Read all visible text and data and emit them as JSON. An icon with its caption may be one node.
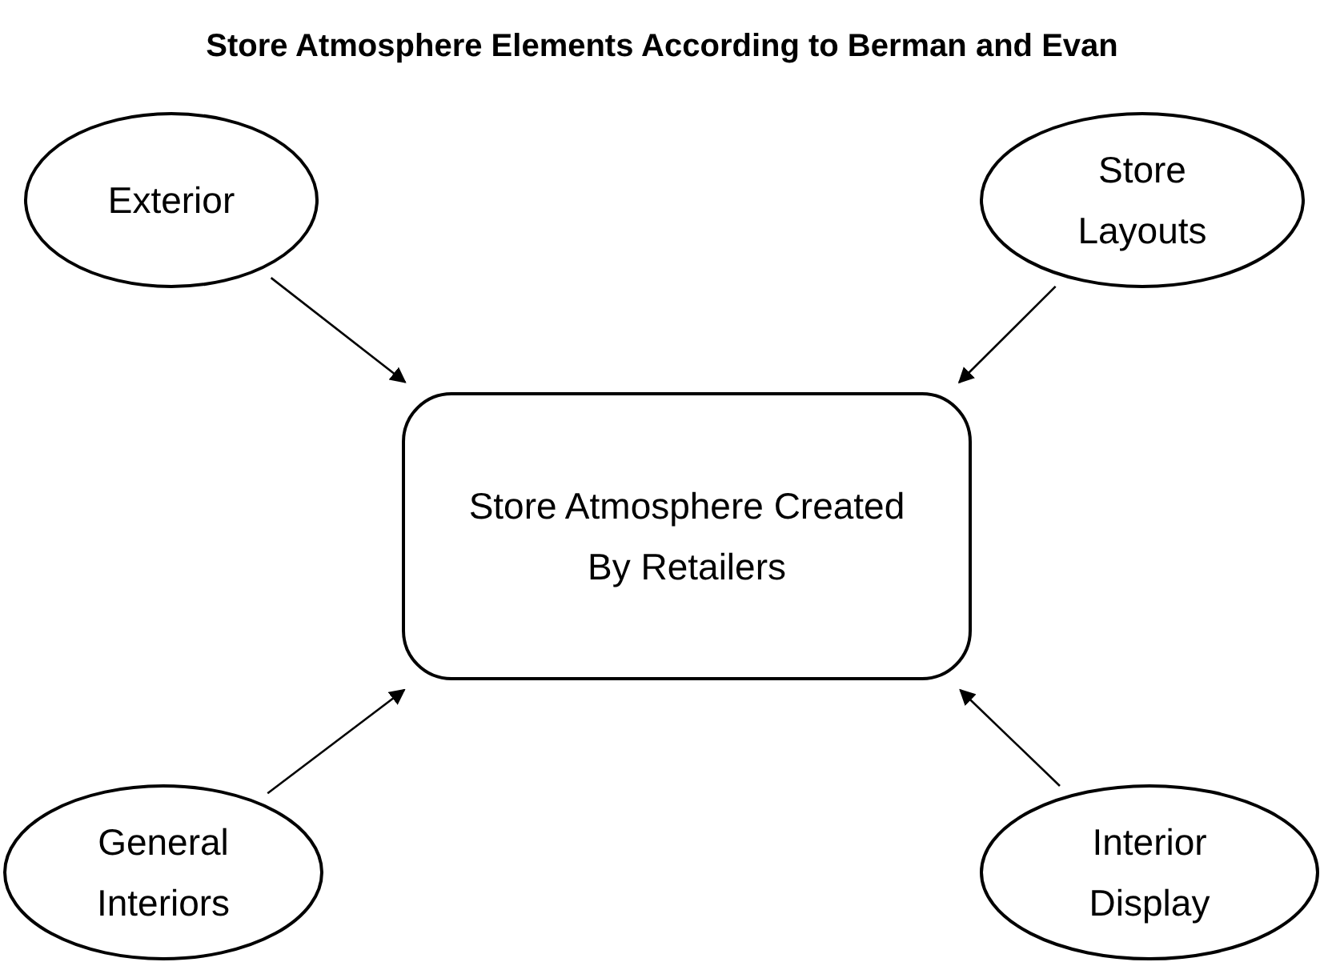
{
  "diagram": {
    "title": "Store Atmosphere Elements According to Berman and Evan",
    "nodes": [
      {
        "text": [
          "Exterior"
        ]
      },
      {
        "text": [
          "Store Layouts"
        ]
      },
      {
        "text": [
          "Store Atmosphere Created By Retailers"
        ]
      },
      {
        "text": [
          "General Interiors"
        ]
      },
      {
        "text": [
          "Interior Display"
        ]
      }
    ],
    "edges": [
      {
        "from": 0,
        "to": 2,
        "arrow": "to"
      },
      {
        "from": 1,
        "to": 2,
        "arrow": "to"
      },
      {
        "from": 3,
        "to": 2,
        "arrow": "to"
      },
      {
        "from": 4,
        "to": 2,
        "arrow": "to"
      }
    ]
  }
}
